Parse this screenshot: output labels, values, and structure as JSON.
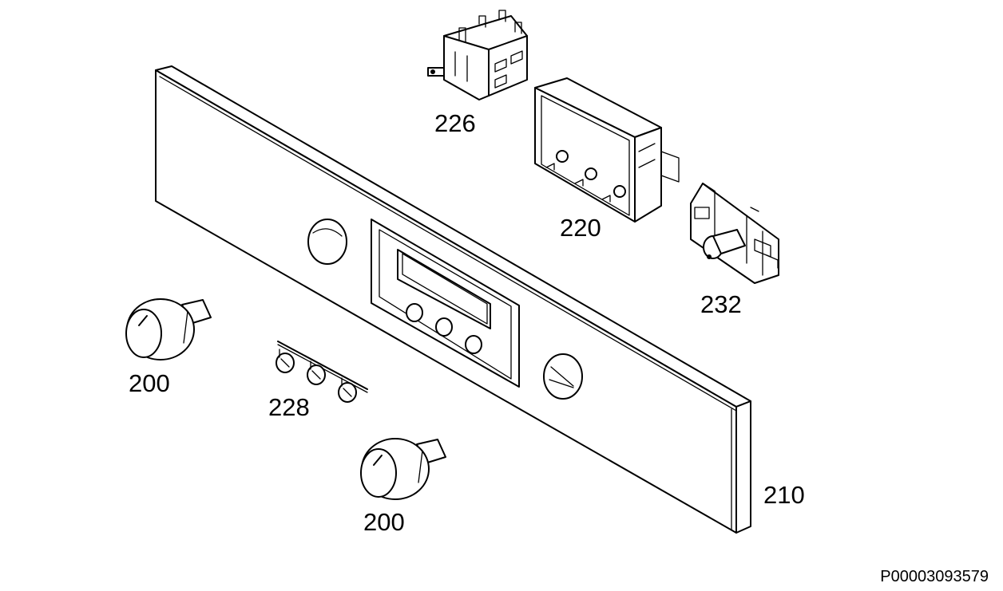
{
  "parts": [
    {
      "id": "226",
      "label": "226"
    },
    {
      "id": "220",
      "label": "220"
    },
    {
      "id": "232",
      "label": "232"
    },
    {
      "id": "200a",
      "label": "200"
    },
    {
      "id": "228",
      "label": "228"
    },
    {
      "id": "200b",
      "label": "200"
    },
    {
      "id": "210",
      "label": "210"
    }
  ],
  "reference_code": "P00003093579"
}
